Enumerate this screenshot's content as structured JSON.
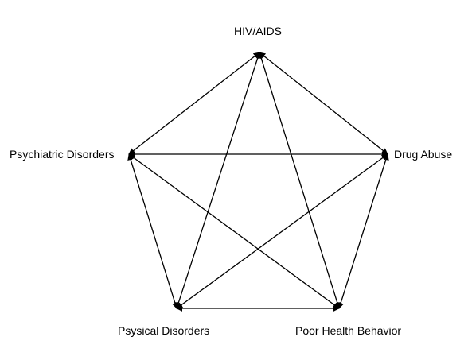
{
  "nodes": {
    "hiv": "HIV/AIDS",
    "psych": "Psychiatric Disorders",
    "drug": "Drug Abuse",
    "phys": "Psysical Disorders",
    "poor": "Poor Health Behavior"
  },
  "edges": [
    [
      "hiv",
      "psych"
    ],
    [
      "hiv",
      "drug"
    ],
    [
      "hiv",
      "phys"
    ],
    [
      "hiv",
      "poor"
    ],
    [
      "psych",
      "drug"
    ],
    [
      "psych",
      "phys"
    ],
    [
      "psych",
      "poor"
    ],
    [
      "drug",
      "phys"
    ],
    [
      "drug",
      "poor"
    ],
    [
      "phys",
      "poor"
    ]
  ],
  "edge_style": "bidirectional-arrow",
  "colors": {
    "line": "#000000",
    "text": "#000000",
    "background": "#ffffff"
  }
}
